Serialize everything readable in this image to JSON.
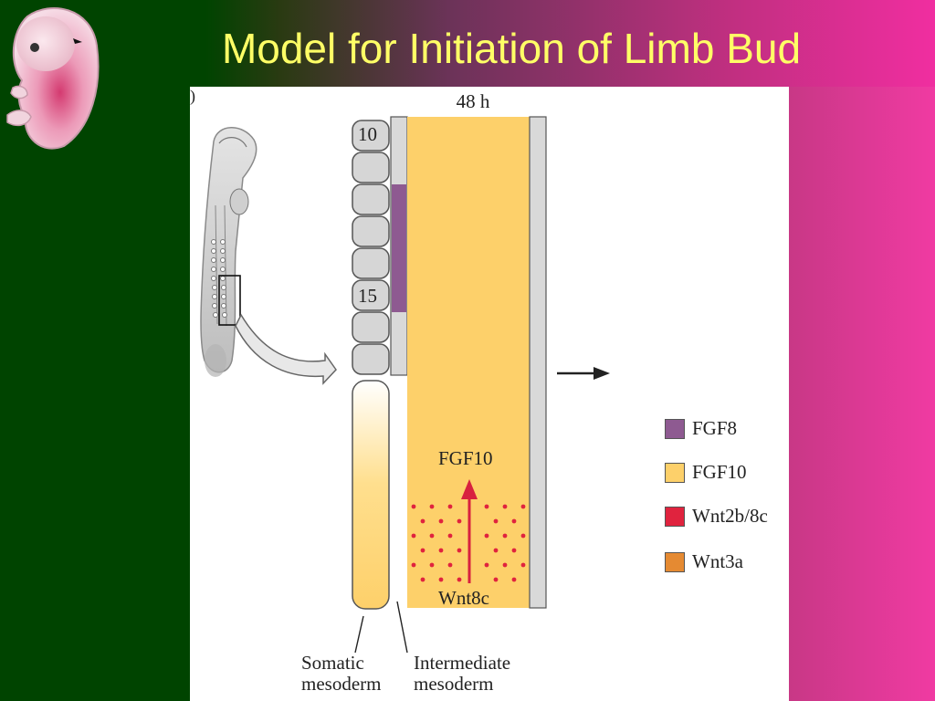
{
  "slide": {
    "title": "Model for Initiation of Limb Bud"
  },
  "figure": {
    "panel_mark": ")",
    "stage_label": "48 h",
    "somite_labels": {
      "first": "10",
      "last": "15"
    },
    "gene_labels": {
      "upper": "FGF10",
      "lower": "Wnt8c"
    },
    "bottom_labels": {
      "somatic": [
        "Somatic",
        "mesoderm"
      ],
      "intermediate": [
        "Intermediate",
        "mesoderm"
      ]
    }
  },
  "legend": {
    "items": [
      {
        "label": "FGF8",
        "color": "#8e5a91"
      },
      {
        "label": "FGF10",
        "color": "#fdd06a"
      },
      {
        "label": "Wnt2b/8c",
        "color": "#e0233e"
      },
      {
        "label": "Wnt3a",
        "color": "#e58a32"
      }
    ]
  },
  "colors": {
    "fgf8": "#8e5a91",
    "fgf10": "#fdd06a",
    "wnt_dots": "#e0233e",
    "arrow": "#d8213f",
    "somite": "#d6d6d6",
    "title": "#ffff66"
  }
}
